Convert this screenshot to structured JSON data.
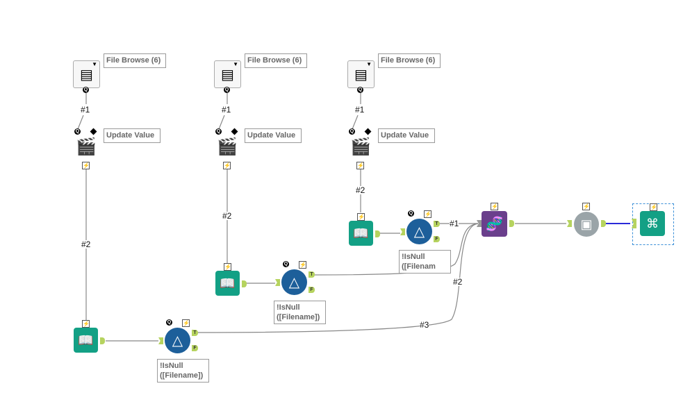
{
  "canvas": {
    "chains": [
      {
        "file_browse_label": "File Browse (6)",
        "update_value_label": "Update Value",
        "filter_label": "!IsNull ([Filename])",
        "conn1": "#1",
        "conn2": "#2"
      },
      {
        "file_browse_label": "File Browse (6)",
        "update_value_label": "Update Value",
        "filter_label": "!IsNull ([Filename])",
        "conn1": "#1",
        "conn2": "#2"
      },
      {
        "file_browse_label": "File Browse (6)",
        "update_value_label": "Update Value",
        "filter_label": "!IsNull ([Filenam",
        "conn1": "#1",
        "conn2": "#2"
      }
    ],
    "union_connections": [
      "#1",
      "#2",
      "#3"
    ],
    "tools": {
      "filter_true": "T",
      "filter_false": "F",
      "question_anchor": "Q",
      "bolt": "⚡"
    },
    "colors": {
      "input_tool": "#13a085",
      "filter_tool": "#1d5f9a",
      "union_tool": "#6a3f8c",
      "macro_tool": "#9aa4a8",
      "browse_tool": "#13a085",
      "selected_wire": "#2a2ad8"
    }
  }
}
